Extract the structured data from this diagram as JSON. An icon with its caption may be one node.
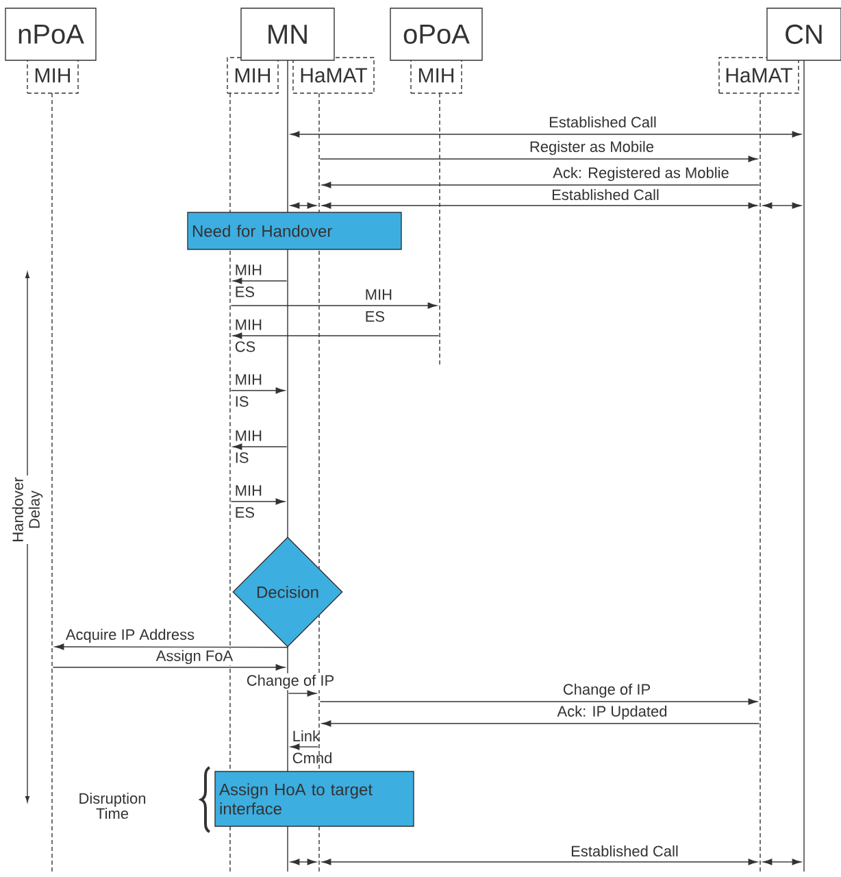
{
  "diagram": {
    "nodes": [
      {
        "text": [
          "nPoA"
        ]
      },
      {
        "text": [
          "MN"
        ]
      },
      {
        "text": [
          "oPoA"
        ]
      },
      {
        "text": [
          "CN"
        ]
      },
      {
        "text": [
          "MIH"
        ]
      },
      {
        "text": [
          "MIH"
        ]
      },
      {
        "text": [
          "HaMAT"
        ]
      },
      {
        "text": [
          "MIH"
        ]
      },
      {
        "text": [
          "HaMAT"
        ]
      },
      {
        "text": [
          "Need for Handover"
        ]
      },
      {
        "text": [
          "Decision"
        ]
      },
      {
        "text": [
          "Assign HoA to target interface"
        ]
      },
      {
        "text": [],
        "shape": "line"
      },
      {
        "text": [],
        "shape": "line"
      },
      {
        "text": [],
        "shape": "line"
      },
      {
        "text": [],
        "shape": "line"
      },
      {
        "text": [],
        "shape": "line"
      },
      {
        "text": [],
        "shape": "line"
      },
      {
        "text": [],
        "shape": "line"
      },
      {
        "text": [],
        "shape": "line"
      }
    ],
    "edges": [
      {
        "from": 14,
        "to": 19,
        "arrow": "both",
        "label": "Established Call"
      },
      {
        "from": 16,
        "to": 18,
        "arrow": "to",
        "label": "Register as Mobile"
      },
      {
        "from": 18,
        "to": 16,
        "arrow": "to",
        "label": "Ack: Registered as Moblie"
      },
      {
        "from": 14,
        "to": 16,
        "arrow": "both"
      },
      {
        "from": 16,
        "to": 18,
        "arrow": "both",
        "label": "Established Call"
      },
      {
        "from": 18,
        "to": 19,
        "arrow": "both"
      },
      {
        "from": 14,
        "to": 13,
        "arrow": "to",
        "label": "MIH ES"
      },
      {
        "from": 13,
        "to": 17,
        "arrow": "to",
        "label": "MIH ES"
      },
      {
        "from": 17,
        "to": 13,
        "arrow": "to",
        "label": "MIH CS"
      },
      {
        "from": 13,
        "to": 14,
        "arrow": "to",
        "label": "MIH IS"
      },
      {
        "from": 14,
        "to": 13,
        "arrow": "to",
        "label": "MIH IS"
      },
      {
        "from": 13,
        "to": 14,
        "arrow": "to",
        "label": "MIH ES"
      },
      {
        "from": 10,
        "to": 12,
        "arrow": "to",
        "label": "Acquire IP Address"
      },
      {
        "from": 12,
        "to": 15,
        "arrow": "to",
        "label": "Assign FoA"
      },
      {
        "from": 15,
        "to": 16,
        "arrow": "to",
        "label": "Change of IP"
      },
      {
        "from": 16,
        "to": 18,
        "arrow": "to",
        "label": "Change of IP"
      },
      {
        "from": 18,
        "to": 16,
        "arrow": "to",
        "label": "Ack: IP Updated"
      },
      {
        "from": 16,
        "to": 15,
        "arrow": "to",
        "label": "Link Cmnd"
      },
      {
        "from": 15,
        "to": 16,
        "arrow": "both"
      },
      {
        "from": 16,
        "to": 18,
        "arrow": "both",
        "label": "Established Call"
      },
      {
        "from": 18,
        "to": 19,
        "arrow": "both"
      }
    ],
    "labels": [
      "Handover Delay",
      "Disruption Time"
    ]
  }
}
